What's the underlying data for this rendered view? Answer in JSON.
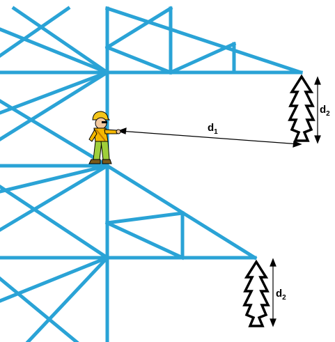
{
  "labels": {
    "d1_main": "d",
    "d1_sub": "1",
    "d2_upper_main": "d",
    "d2_upper_sub": "2",
    "d2_lower_main": "d",
    "d2_lower_sub": "2"
  },
  "colors": {
    "structure": "#2aa3d6",
    "insulator": "#000000",
    "dimension": "#000000",
    "worker_helmet": "#f3c51a",
    "worker_shirt": "#f5b800",
    "worker_pants": "#9fcf3a",
    "worker_skin": "#f2c9a0",
    "worker_boots": "#7a5a1a"
  },
  "icons": {
    "worker": "worker-figure",
    "insulator": "insulator-string-icon"
  }
}
